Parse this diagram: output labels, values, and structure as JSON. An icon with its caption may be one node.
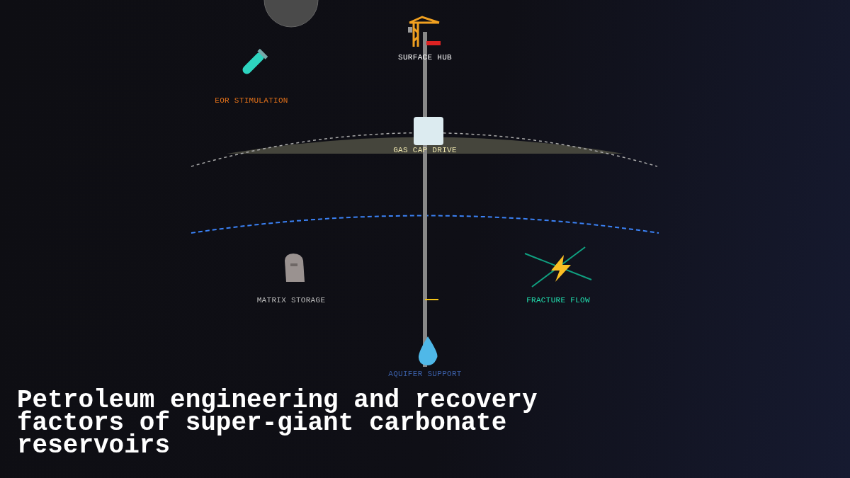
{
  "diagram": {
    "title": "Petroleum engineering and recovery factors of super-giant carbonate reservoirs",
    "nodes": [
      {
        "text": [],
        "shape": "circle"
      }
    ],
    "labels": [
      "SURFACE HUB",
      "EOR STIMULATION",
      "GAS CAP DRIVE",
      "MATRIX STORAGE",
      "FRACTURE FLOW",
      "AQUIFER SUPPORT"
    ]
  }
}
